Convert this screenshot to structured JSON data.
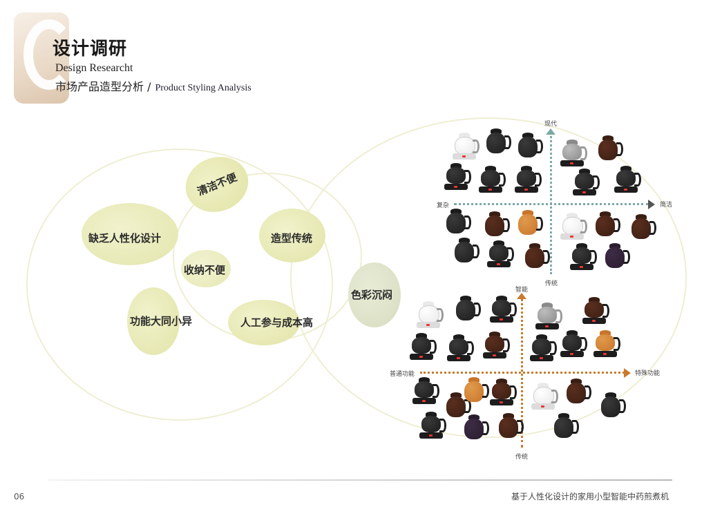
{
  "header": {
    "title": "设计调研",
    "subtitle_en": "Design Researcht",
    "subtitle_cn": "市场产品造型分析 /",
    "subtitle_cn_en": "Product Styling Analysis"
  },
  "mindmap": {
    "pain_points": [
      "清洁不便",
      "缺乏人性化设计",
      "造型传统",
      "收纳不便",
      "功能大同小异",
      "人工参与成本高",
      "色彩沉闷"
    ]
  },
  "quadrant_top": {
    "axis_up": "现代",
    "axis_down": "传统",
    "axis_left": "复杂",
    "axis_right": "简洁"
  },
  "quadrant_bottom": {
    "axis_up": "智能",
    "axis_down": "传统",
    "axis_left": "普通功能",
    "axis_right": "特殊功能"
  },
  "colors": {
    "accent_teal": "#7aa9a6",
    "accent_orange": "#c97a2c",
    "blob_yellow": "#e9ebb8",
    "ring": "#efeed2"
  },
  "footer": {
    "page_number": "06",
    "doc_title": "基于人性化设计的家用小型智能中药煎煮机"
  }
}
